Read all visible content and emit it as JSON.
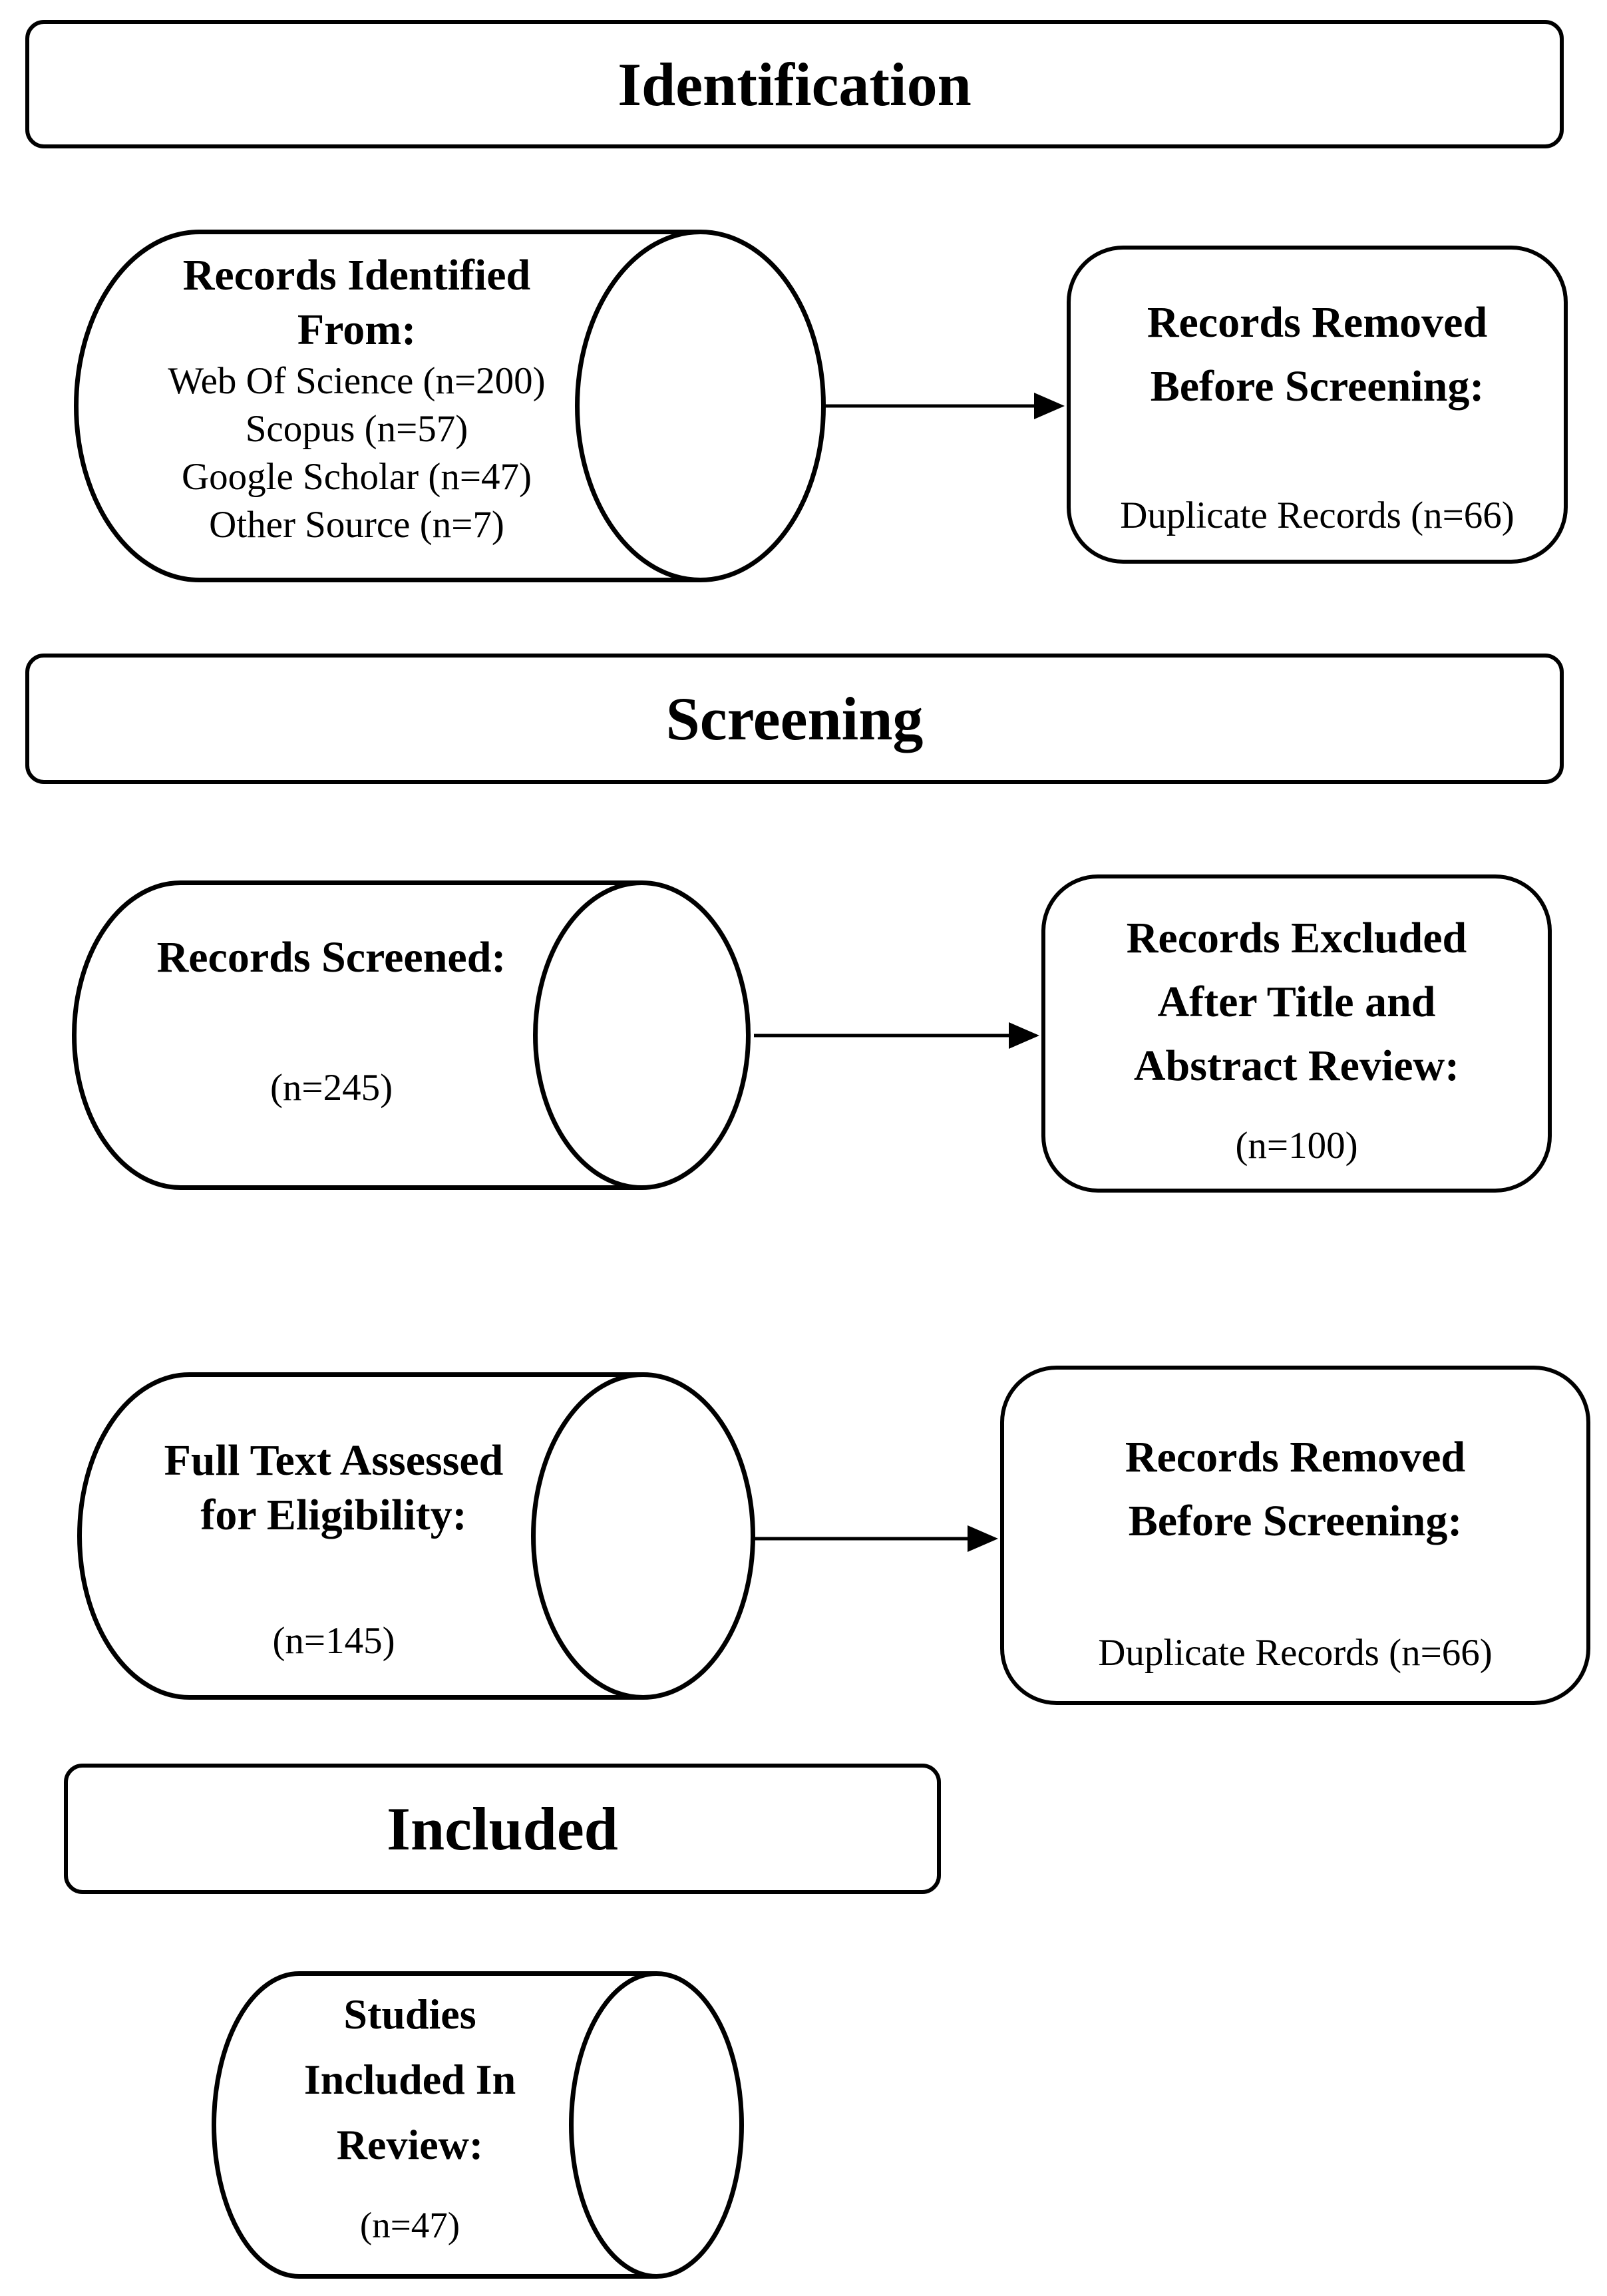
{
  "headers": {
    "identification": "Identification",
    "screening": "Screening",
    "included": "Included"
  },
  "cylinders": {
    "records_identified": {
      "title_lines": [
        "Records Identified",
        "From:"
      ],
      "source_lines": [
        "Web Of Science (n=200)",
        "Scopus (n=57)",
        "Google Scholar (n=47)",
        "Other Source (n=7)"
      ]
    },
    "records_screened": {
      "title": "Records Screened:",
      "count": "(n=245)"
    },
    "full_text_assessed": {
      "title_lines": [
        "Full Text Assessed",
        "for Eligibility:"
      ],
      "count": "(n=145)"
    },
    "studies_included": {
      "title_lines": [
        "Studies",
        "Included In",
        "Review:"
      ],
      "count": "(n=47)"
    }
  },
  "side_boxes": {
    "removed_before_screening_top": {
      "title_lines": [
        "Records Removed",
        "Before Screening:"
      ],
      "detail": "Duplicate Records (n=66)"
    },
    "excluded_after_review": {
      "title_lines": [
        "Records Excluded",
        "After Title and",
        "Abstract Review:"
      ],
      "detail": "(n=100)"
    },
    "removed_before_screening_bottom": {
      "title_lines": [
        "Records Removed",
        "Before Screening:"
      ],
      "detail": "Duplicate Records (n=66)"
    }
  },
  "colors": {
    "line": "#000000",
    "background": "#ffffff"
  }
}
